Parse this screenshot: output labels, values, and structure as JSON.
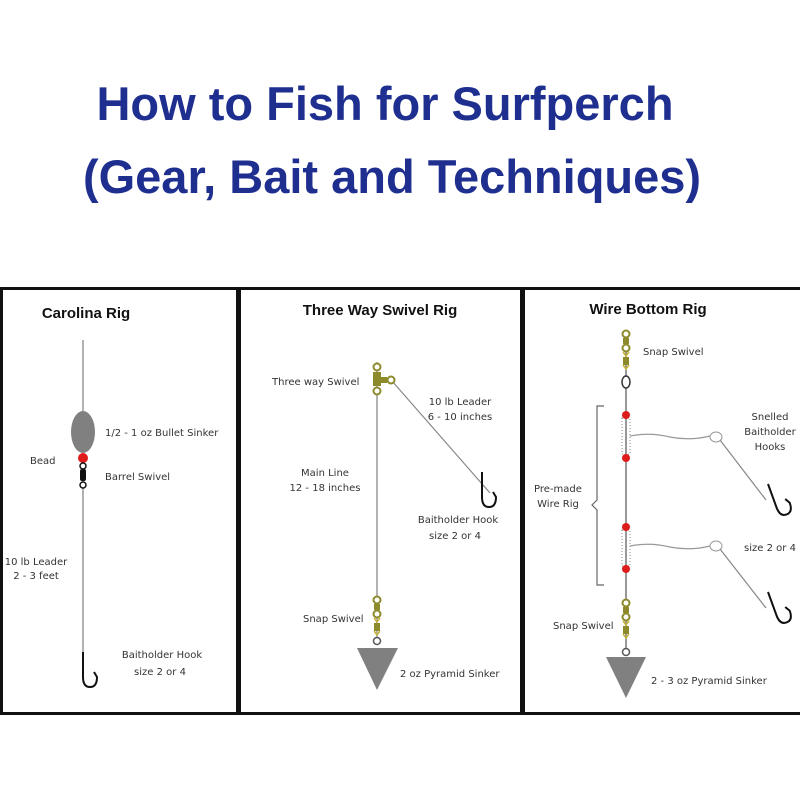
{
  "title": {
    "line1": "How to Fish for Surfperch",
    "line2": "(Gear, Bait and Techniques)"
  },
  "colors": {
    "title": "#1f2f8f",
    "bead": "#e01b1b",
    "swivel": "#8c8a2a",
    "sinker": "#808080"
  },
  "panels": {
    "carolina": {
      "title": "Carolina Rig",
      "sinker": "1/2 - 1 oz Bullet Sinker",
      "bead": "Bead",
      "swivel": "Barrel Swivel",
      "leader1": "10 lb Leader",
      "leader2": "2 - 3 feet",
      "hook1": "Baitholder Hook",
      "hook2": "size 2 or 4"
    },
    "threeway": {
      "title": "Three Way Swivel Rig",
      "swivel": "Three way Swivel",
      "leader1": "10 lb Leader",
      "leader2": "6 - 10 inches",
      "main1": "Main Line",
      "main2": "12 - 18 inches",
      "hook1": "Baitholder Hook",
      "hook2": "size 2 or 4",
      "snap": "Snap Swivel",
      "sinker": "2 oz Pyramid Sinker"
    },
    "wire": {
      "title": "Wire Bottom Rig",
      "snap_top": "Snap Swivel",
      "snelled1": "Snelled",
      "snelled2": "Baitholder",
      "snelled3": "Hooks",
      "premade1": "Pre-made",
      "premade2": "Wire Rig",
      "size": "size 2 or 4",
      "snap_bottom": "Snap Swivel",
      "sinker": "2 - 3 oz Pyramid Sinker"
    }
  }
}
